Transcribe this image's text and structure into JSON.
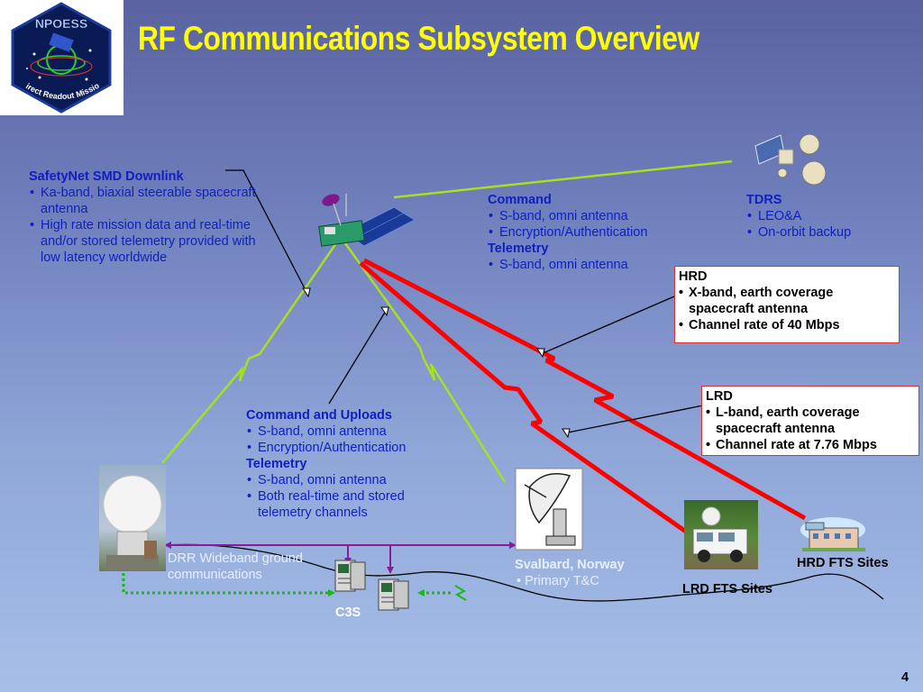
{
  "header": {
    "title": "RF Communications Subsystem Overview",
    "logo_top_text": "NPOESS",
    "logo_bottom_text": "Direct Readout Mission"
  },
  "safetynet": {
    "heading": "SafetyNet SMD Downlink",
    "items": [
      "Ka-band, biaxial steerable spacecraft antenna",
      "High rate mission data and real-time and/or stored telemetry provided with low latency worldwide"
    ]
  },
  "command_tdrs": {
    "heading": "Command",
    "items": [
      "S-band, omni antenna",
      "Encryption/Authentication"
    ],
    "telemetry_heading": "Telemetry",
    "telemetry_items": [
      "S-band, omni antenna"
    ]
  },
  "tdrs": {
    "heading": "TDRS",
    "items": [
      "LEO&A",
      "On-orbit backup"
    ]
  },
  "hrd": {
    "heading": "HRD",
    "items": [
      "X-band, earth coverage spacecraft antenna",
      "Channel rate of 40 Mbps"
    ]
  },
  "lrd": {
    "heading": "LRD",
    "items": [
      "L-band, earth coverage spacecraft antenna",
      "Channel rate at 7.76 Mbps"
    ]
  },
  "command_uploads": {
    "heading": "Command and Uploads",
    "items": [
      "S-band, omni antenna",
      "Encryption/Authentication"
    ],
    "telemetry_heading": "Telemetry",
    "telemetry_items": [
      "S-band, omni antenna",
      "Both real-time and stored telemetry channels"
    ]
  },
  "ground": {
    "drr_label": "DRR Wideband ground communications",
    "svalbard_heading": "Svalbard, Norway",
    "svalbard_items": [
      "Primary T&C"
    ],
    "c3s_label": "C3S",
    "lrd_fts_label": "LRD FTS Sites",
    "hrd_fts_label": "HRD FTS Sites"
  },
  "footer": {
    "page_number": "4"
  },
  "colors": {
    "title": "#ffff00",
    "text_blue": "#0f1fbf",
    "link_green": "#a8e020",
    "hrd_lrd_red": "#ff0000",
    "ground_purple": "#8a1a9c",
    "ground_green_dotted": "#18b818"
  }
}
